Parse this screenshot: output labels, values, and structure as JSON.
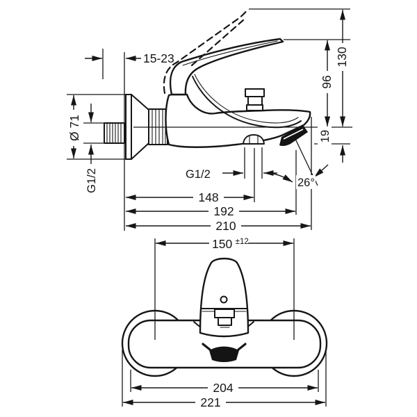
{
  "page": {
    "background": "#ffffff",
    "line_color": "#161616"
  },
  "drawing": {
    "kind": "technical-dimension-drawing, wall-mounted single-lever bath mixer, side view and front view",
    "side_view": {
      "labels": {
        "wall_adjust": "15-23",
        "escutcheon_diameter": "Ø 71",
        "inlet_thread": "G1/2",
        "height_handle_raised": "130",
        "height_handle": "96",
        "spout_drop": "19",
        "spray_angle": "26°",
        "shower_outlet_thread": "G1/2",
        "depth_to_shower_outlet": "148",
        "depth_to_aerator": "192",
        "depth_total": "210"
      }
    },
    "front_view": {
      "labels": {
        "connection_centers": "150",
        "connection_centers_tolerance": "±12",
        "body_width": "204",
        "total_width": "221"
      }
    }
  }
}
